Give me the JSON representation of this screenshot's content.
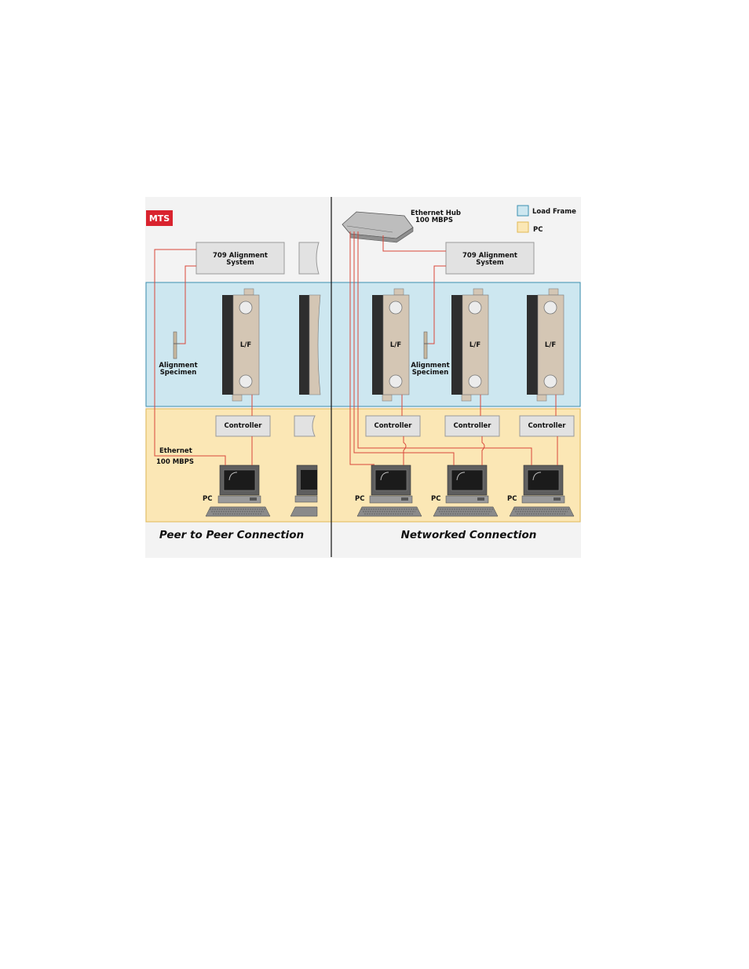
{
  "logo": {
    "text": "MTS",
    "color": "#d9232e"
  },
  "legend": {
    "items": [
      {
        "label": "Load Frame",
        "color": "#cde7f0",
        "border": "#3a8fb0"
      },
      {
        "label": "PC",
        "color": "#fbe7b5",
        "border": "#e0b955"
      }
    ]
  },
  "zones": {
    "load_frame_color": "#cde7f0",
    "pc_color": "#fbe7b5",
    "wire_color": "#d9473a"
  },
  "hub": {
    "line1": "Ethernet Hub",
    "line2": "100 MBPS"
  },
  "alignment_system": {
    "line1": "709 Alignment",
    "line2": "System"
  },
  "specimen": {
    "line1": "Alignment",
    "line2": "Specimen"
  },
  "load_frame_label": "L/F",
  "controller_label": "Controller",
  "pc_label": "PC",
  "ethernet": {
    "line1": "Ethernet",
    "line2": "100 MBPS"
  },
  "captions": {
    "left": "Peer to Peer Connection",
    "right": "Networked Connection"
  }
}
